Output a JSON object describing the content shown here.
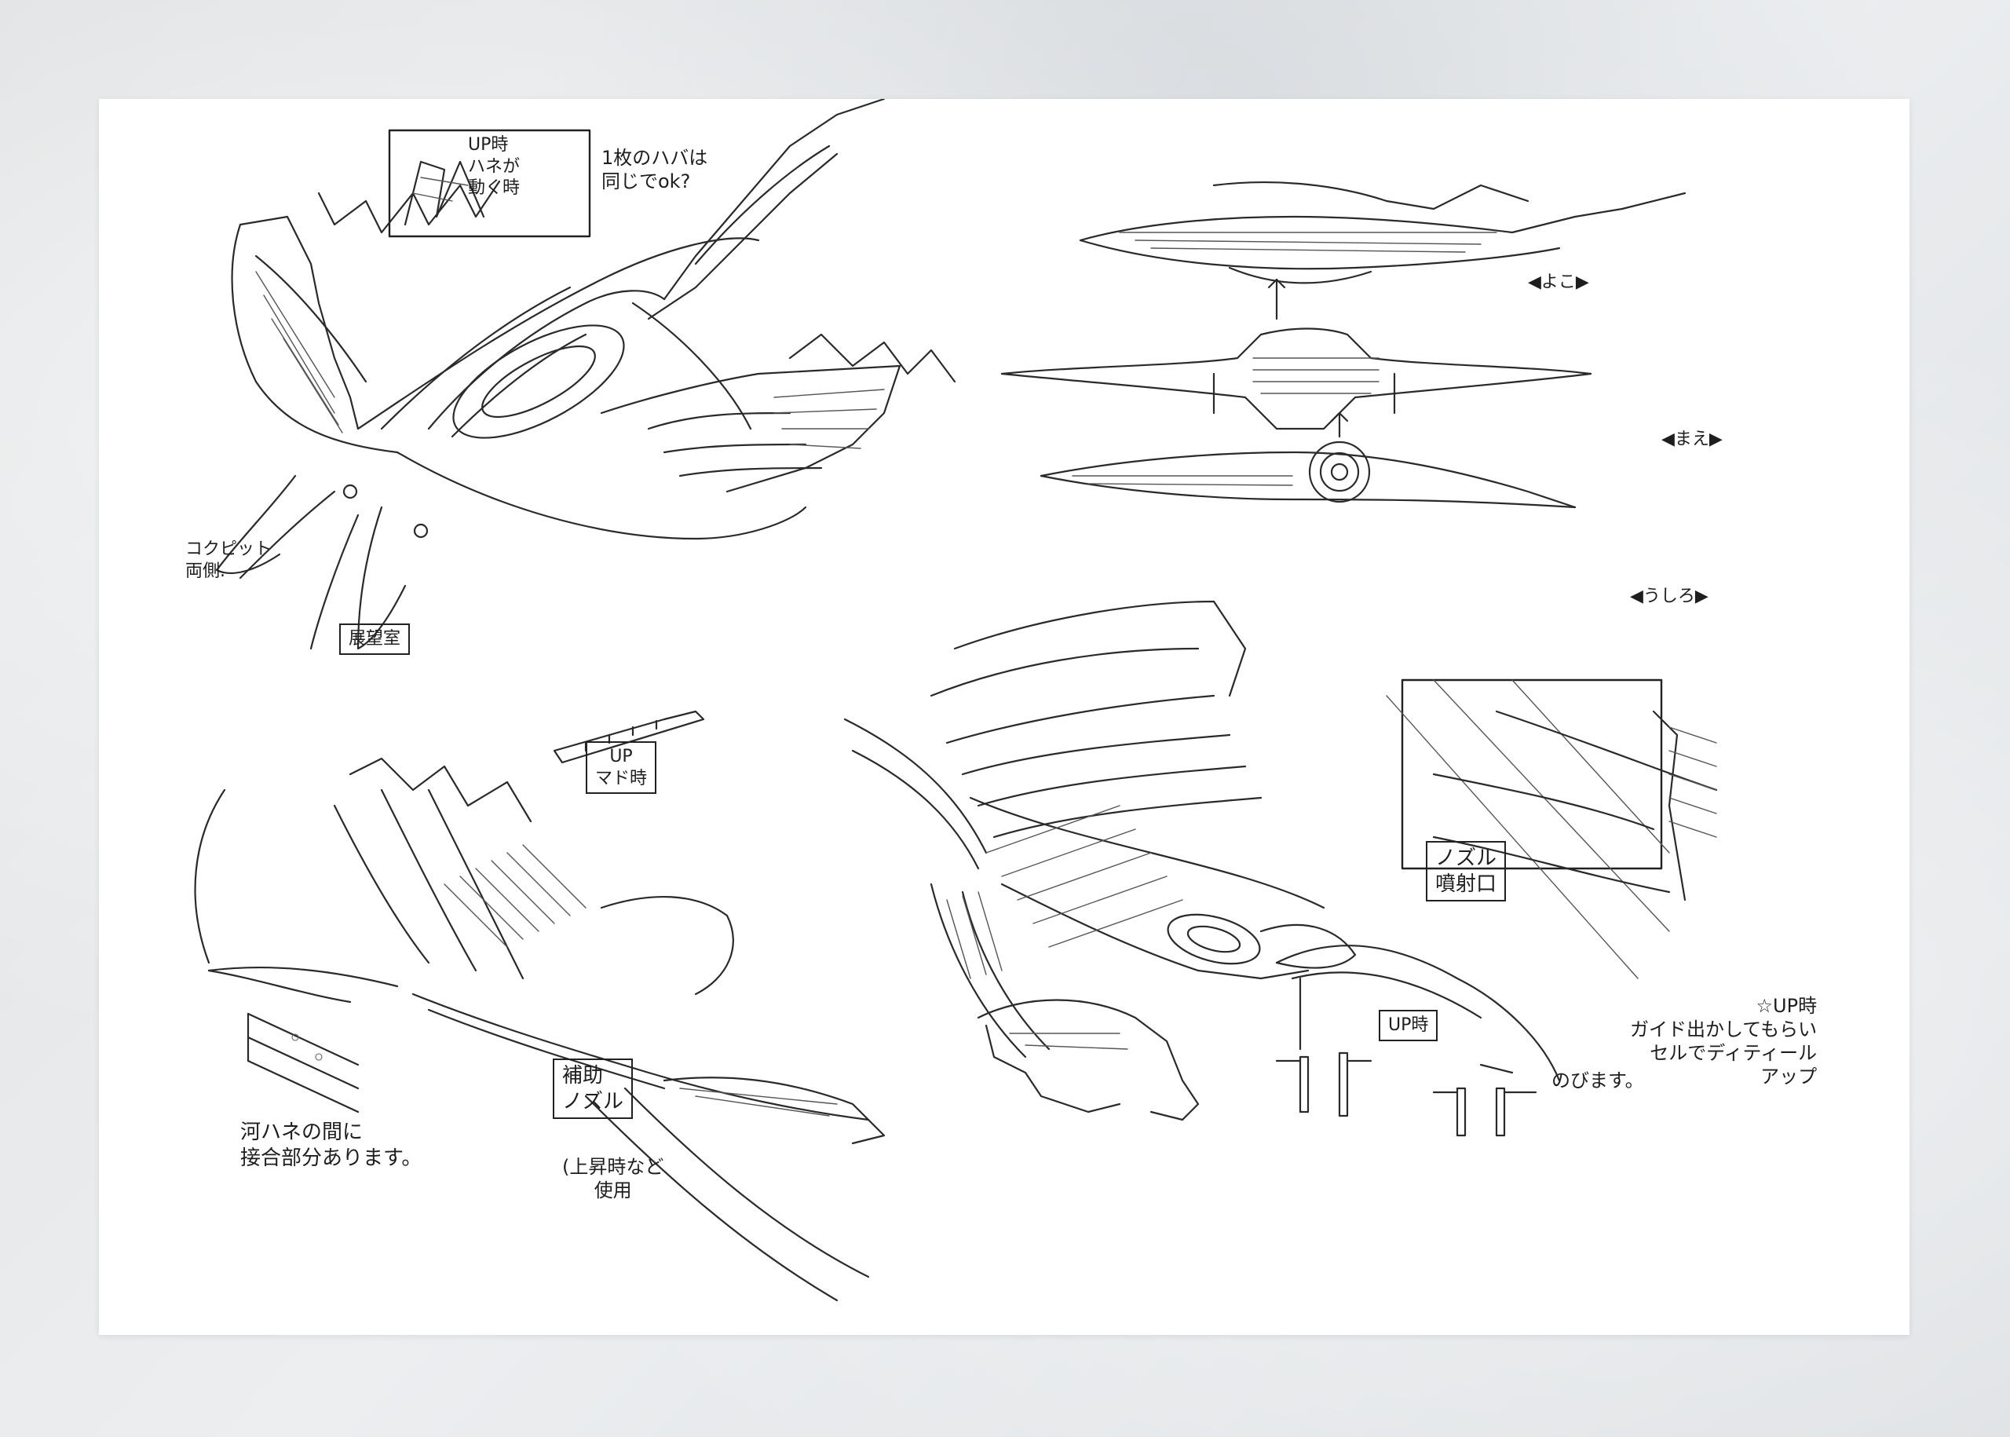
{
  "notes": {
    "up_box": "UP時\nハネが\n動く時",
    "all_wings_same": "1枚のハバは\n同じでok?",
    "cockpit": "コクピット\n両側.",
    "observation": "展望室",
    "window_up": "UP\nマド時",
    "view_side": "◀よこ▶",
    "view_front": "◀まえ▶",
    "view_back": "◀うしろ▶",
    "nozzle": "ノズル\n噴射口",
    "up_guide": "☆UP時\nガイド出かしてもらい\nセルでディティール\nアップ",
    "up_small": "UP時",
    "extend": "のびます。",
    "joint": "河ハネの間に\n接合部分あります。",
    "aux_nozzle": "補助\nノズル",
    "rising": "(上昇時など\n使用"
  }
}
